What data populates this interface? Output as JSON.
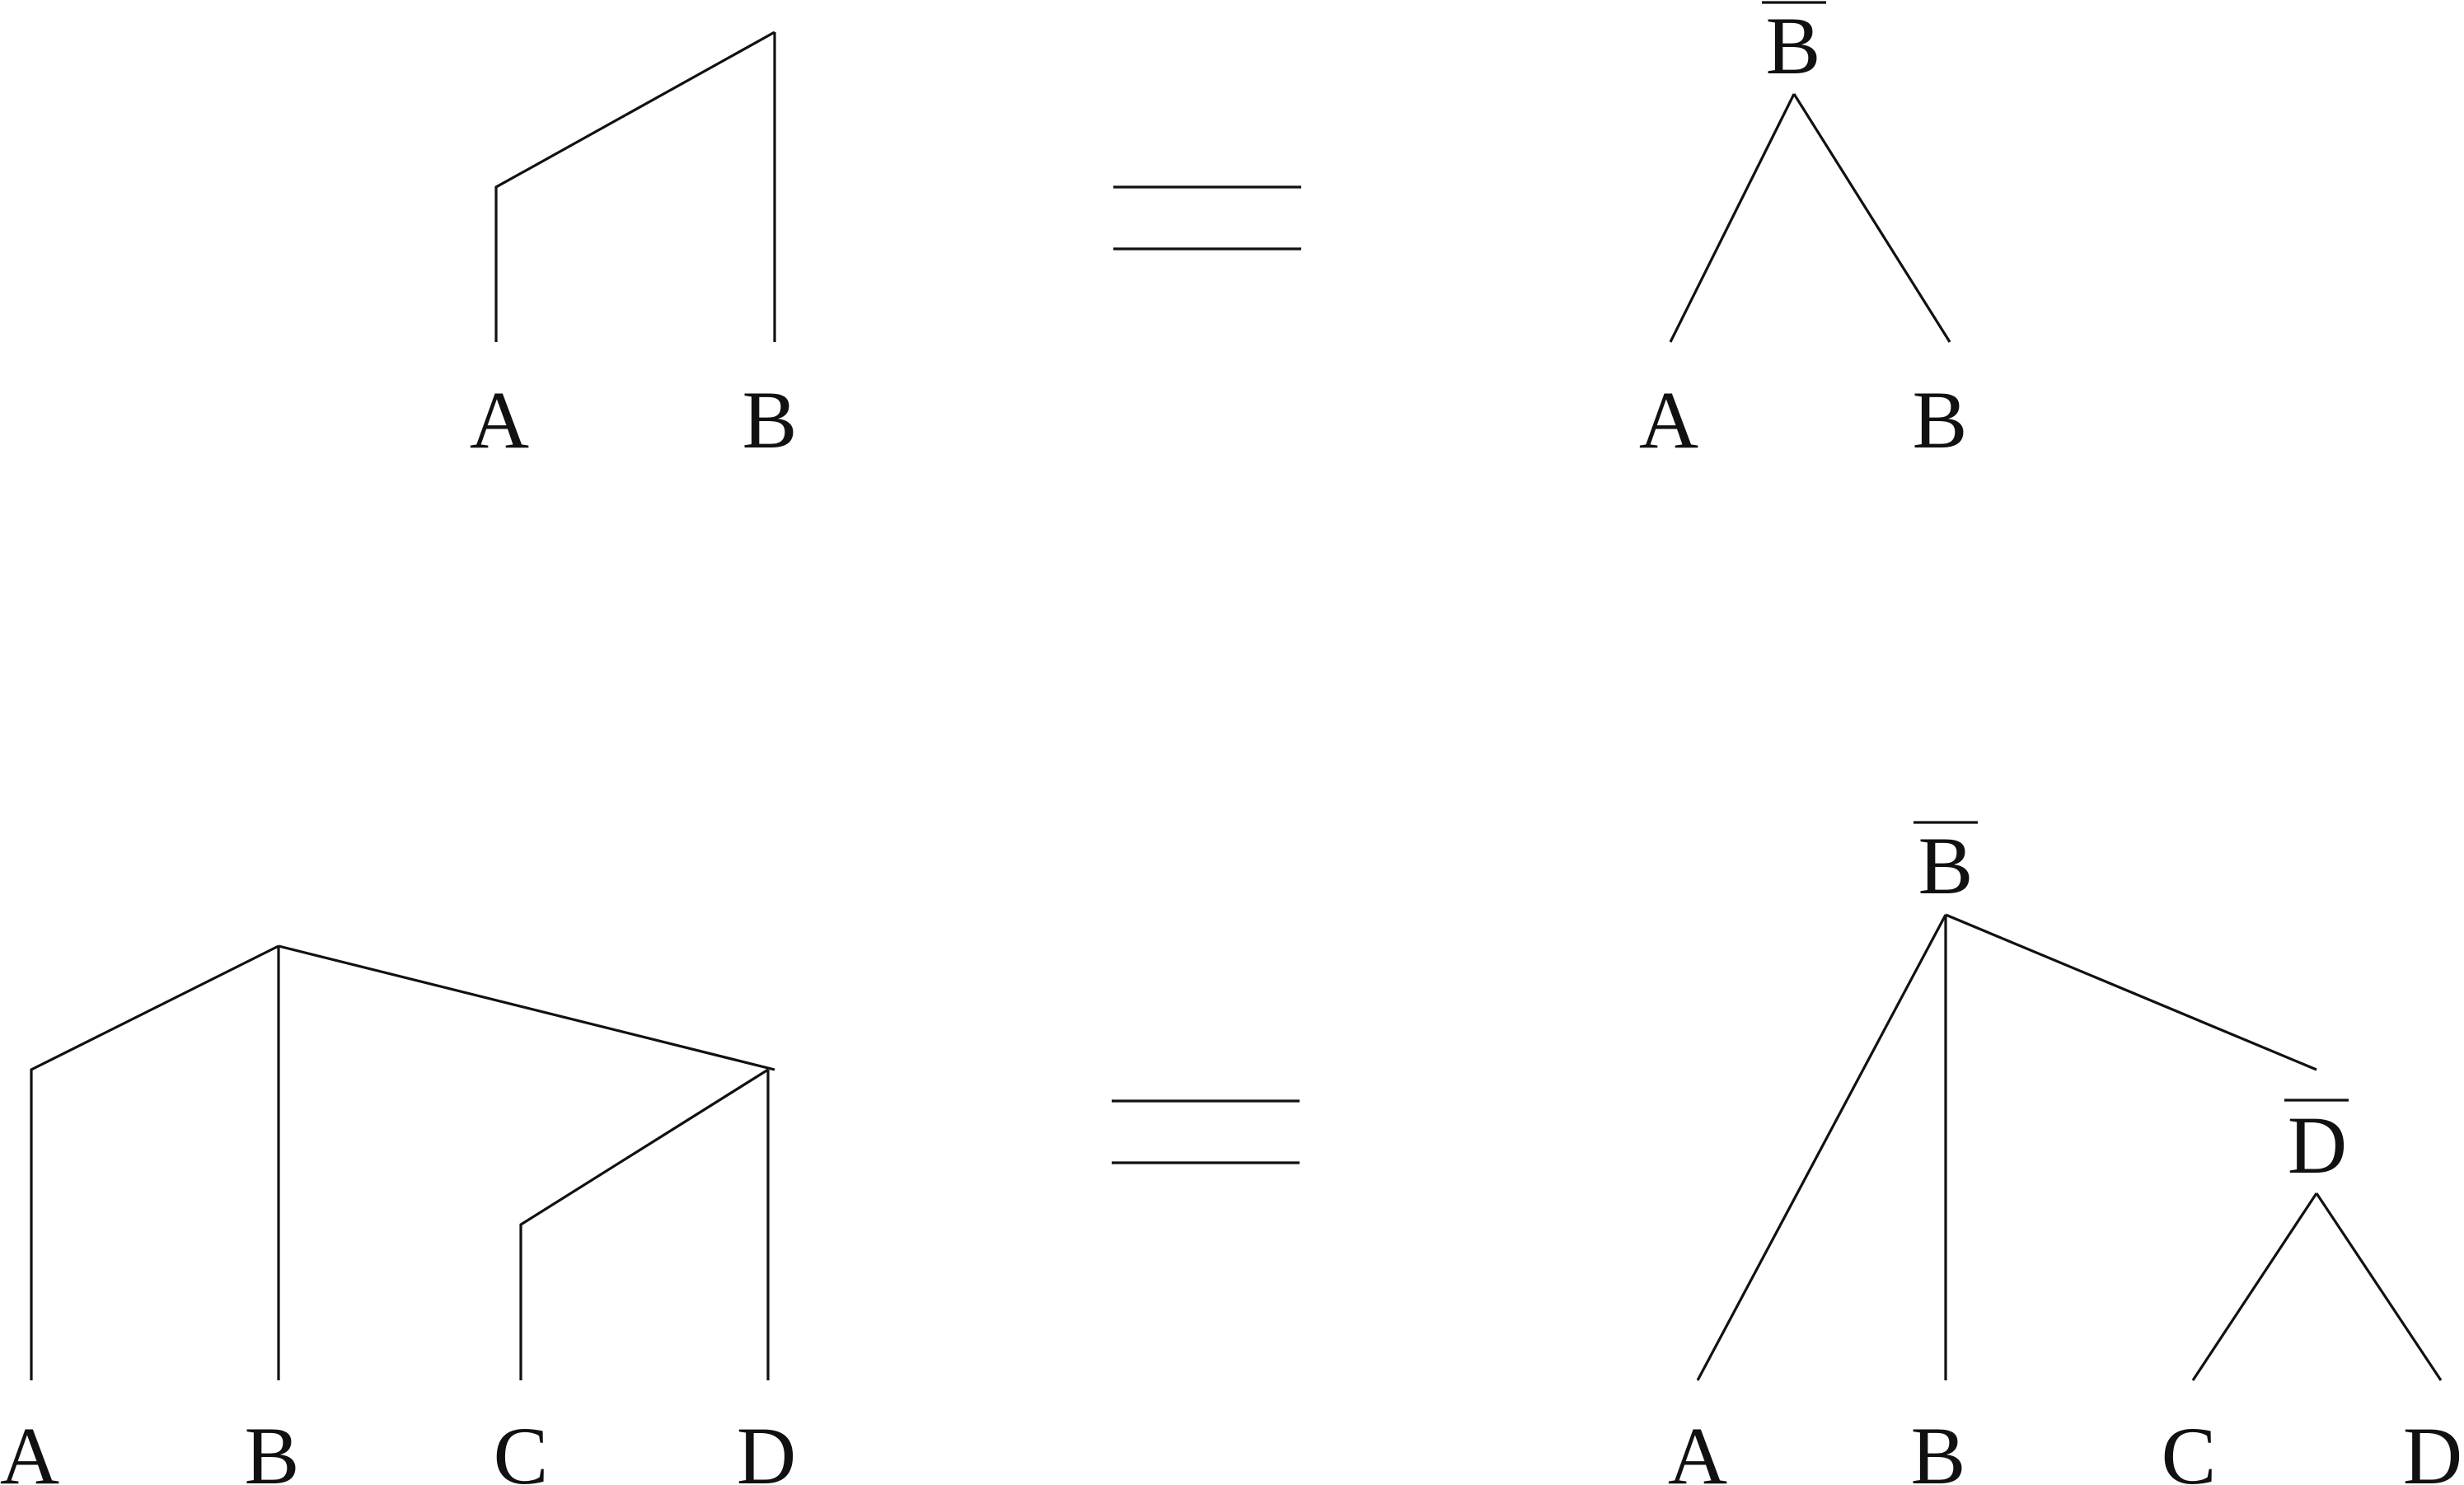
{
  "colors": {
    "ink": "#111111",
    "background": "#ffffff"
  },
  "top": {
    "dependency": {
      "labels": [
        "A",
        "B"
      ]
    },
    "equals_sign": "=",
    "constituency": {
      "head": "B",
      "head_overbar": true,
      "labels": [
        "A",
        "B"
      ]
    }
  },
  "bottom": {
    "dependency": {
      "labels": [
        "A",
        "B",
        "C",
        "D"
      ]
    },
    "equals_sign": "=",
    "constituency": {
      "head": "B",
      "head_overbar": true,
      "subhead": "D",
      "subhead_overbar": true,
      "labels": [
        "A",
        "B",
        "C",
        "D"
      ]
    }
  }
}
